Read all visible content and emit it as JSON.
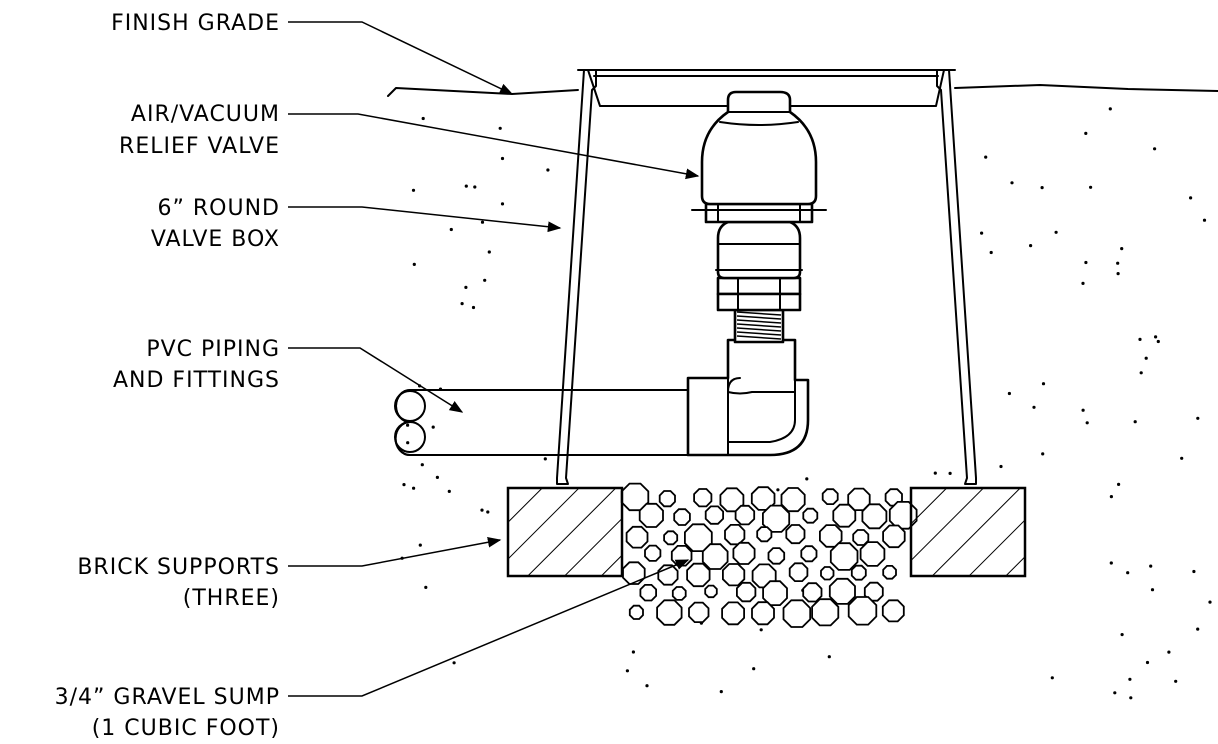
{
  "labels": {
    "finish_grade": [
      "FINISH GRADE"
    ],
    "relief_valve": [
      "AIR/VACUUM",
      "RELIEF VALVE"
    ],
    "valve_box": [
      "6” ROUND",
      "VALVE BOX"
    ],
    "pvc_piping": [
      "PVC PIPING",
      "AND FITTINGS"
    ],
    "brick_supports": [
      "BRICK SUPPORTS",
      "(THREE)"
    ],
    "gravel_sump": [
      "3/4” GRAVEL SUMP",
      "(1 CUBIC FOOT)"
    ]
  },
  "colors": {
    "ink": "#000000",
    "paper": "#ffffff"
  }
}
